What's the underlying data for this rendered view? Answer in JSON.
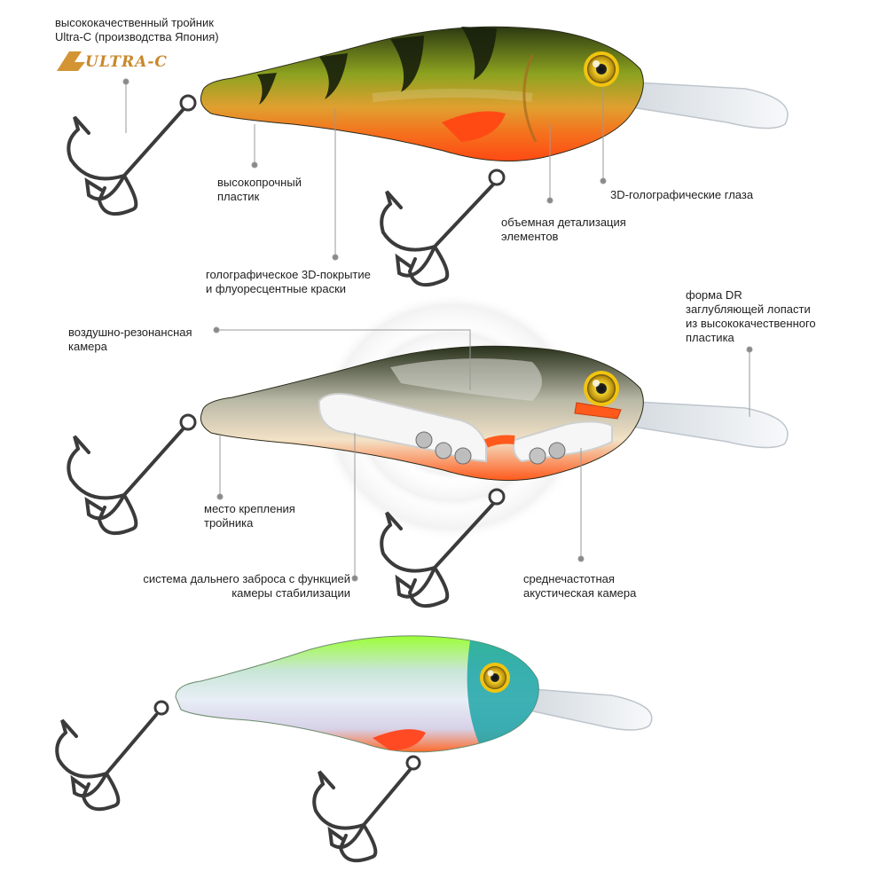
{
  "brand": {
    "logo_text": "ULTRA-C",
    "color": "#d39434"
  },
  "colors": {
    "perch_green": "#6f8f1d",
    "perch_stripe": "#1b2410",
    "belly_orange": "#ff5a1f",
    "hologram_body": "#d9dfe6",
    "chartreuse": "#a7ff2e",
    "teal_head": "#1ea4a8",
    "eye_gold": "#e2c21a",
    "leader_line": "#9a9a9a",
    "dot": "#8a8a8a"
  },
  "callouts": {
    "treble_hook": "высококачественный тройник\nUltra-C (производства Япония)",
    "plastic": "высокопрочный\nпластик",
    "coating": "голографическое 3D-покрытие\nи флуоресцентные краски",
    "details": "объемная детализация\nэлементов",
    "eyes": "3D-голографические глаза",
    "lip": "форма DR\nзаглубляющей лопасти\nиз высококачественного\nпластика",
    "air_chamber": "воздушно-резонансная\nкамера",
    "hook_mount": "место крепления\nтройника",
    "casting_system": "система дальнего заброса с функцией\nкамеры стабилизации",
    "acoustic_chamber": "среднечастотная\nакустическая камера"
  },
  "lures": [
    {
      "name": "perch-pattern",
      "view": "exterior"
    },
    {
      "name": "perch-pattern-cutaway",
      "view": "cutaway"
    },
    {
      "name": "holographic-chartreuse",
      "view": "exterior"
    }
  ]
}
